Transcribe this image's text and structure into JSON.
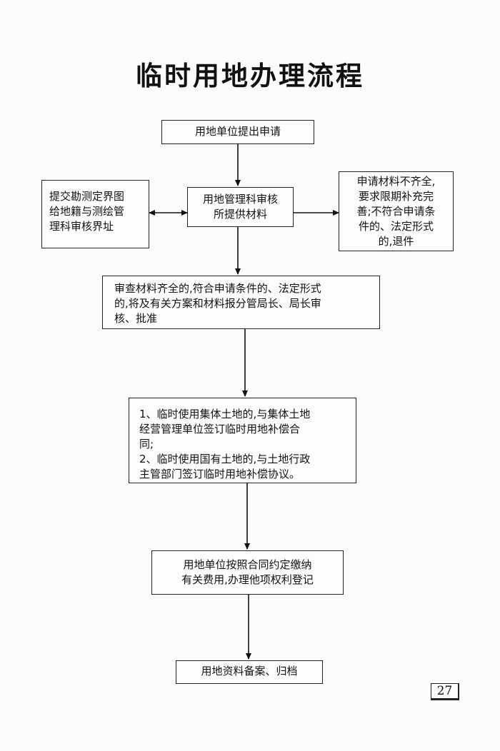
{
  "title": "临时用地办理流程",
  "steps": {
    "apply": "用地单位提出申请",
    "review": "用地管理科审核\n所提供材料",
    "survey": "提交勘测定界图\n给地籍与测绘管\n理科审核界址",
    "incomplete": "申请材料不齐全,\n要求限期补充完\n善;不符合申请条\n件的、法定形式\n的,退件",
    "approve": "审查材料齐全的,符合申请条件的、法定形式\n的,将及有关方案和材料报分管局长、局长审\n核、批准",
    "contract": "1、临时使用集体土地的,与集体土地\n经营管理单位签订临时用地补偿合\n同;\n2、临时使用国有土地的,与土地行政\n主管部门签订临时用地补偿协议。",
    "fees": "用地单位按照合同约定缴纳\n有关费用,办理他项权利登记",
    "archive": "用地资料备案、归档"
  },
  "page_number": "27"
}
